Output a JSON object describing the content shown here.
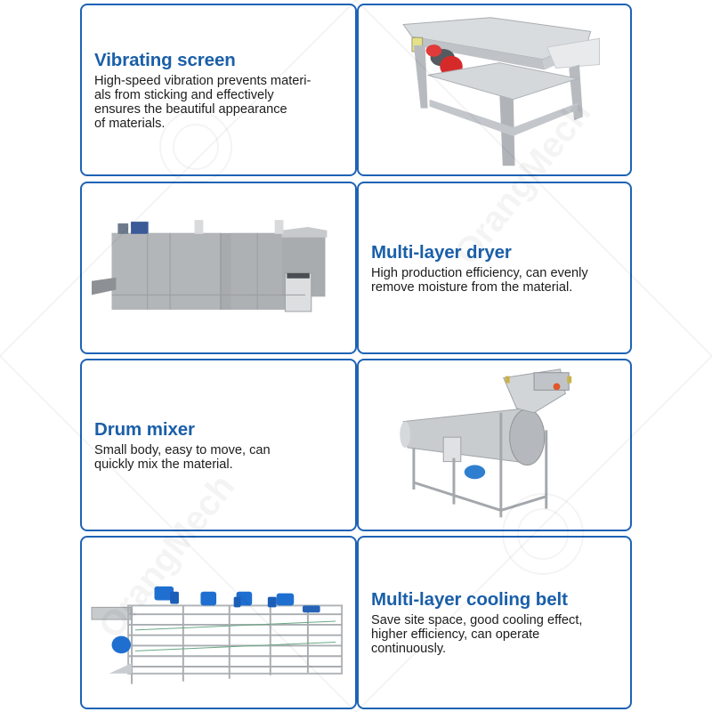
{
  "theme": {
    "border_color": "#1e63b5",
    "title_color": "#1a5fa8",
    "text_color": "#1c1c1c"
  },
  "watermark": {
    "text": "OrangMech"
  },
  "sections": [
    {
      "title": "Vibrating screen",
      "description_lines": [
        "High-speed vibration prevents materi-",
        "als from sticking and effectively",
        "ensures the beautiful appearance",
        "of materials."
      ],
      "image_icon": "vibrating-screen-machine-image",
      "text_side": "left"
    },
    {
      "title": "Multi-layer dryer",
      "description_lines": [
        "High production efficiency, can evenly",
        "remove moisture from the material."
      ],
      "image_icon": "multi-layer-dryer-machine-image",
      "text_side": "right"
    },
    {
      "title": "Drum mixer",
      "description_lines": [
        "Small body, easy to move, can",
        "quickly mix the material."
      ],
      "image_icon": "drum-mixer-machine-image",
      "text_side": "left"
    },
    {
      "title": "Multi-layer cooling belt",
      "description_lines": [
        "Save site space, good cooling effect,",
        "higher efficiency, can operate",
        "continuously."
      ],
      "image_icon": "cooling-belt-machine-image",
      "text_side": "right"
    }
  ]
}
